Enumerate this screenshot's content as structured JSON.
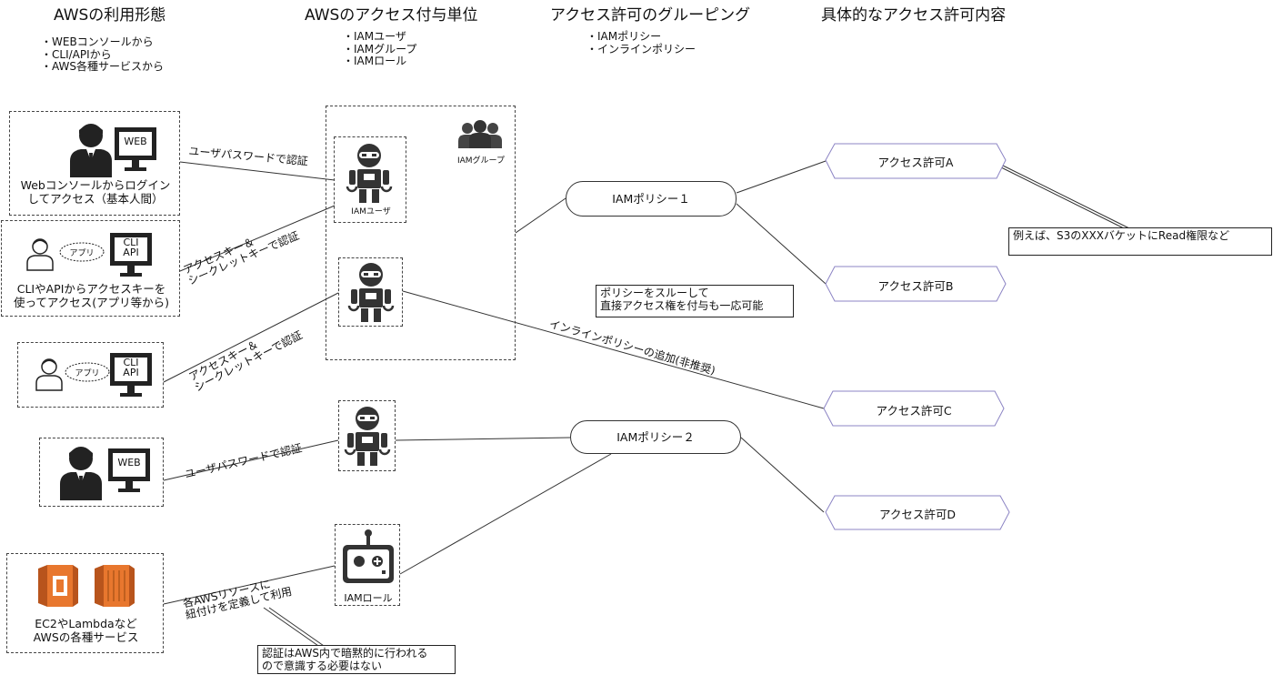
{
  "headers": {
    "usage": "AWSの利用形態",
    "unit": "AWSのアクセス付与単位",
    "grouping": "アクセス許可のグルーピング",
    "content": "具体的なアクセス許可内容"
  },
  "lists": {
    "usage": "・WEBコンソールから\n・CLI/APIから\n・AWS各種サービスから",
    "unit": "・IAMユーザ\n・IAMグループ\n・IAMロール",
    "grouping": "・IAMポリシー\n・インラインポリシー"
  },
  "actors": {
    "a1": {
      "caption": "Webコンソールからログイン\nしてアクセス（基本人間）",
      "screen": "WEB"
    },
    "a2": {
      "caption": "CLIやAPIからアクセスキーを\n使ってアクセス(アプリ等から)",
      "screen": "CLI\nAPI",
      "bubble": "アプリ"
    },
    "a3": {
      "screen": "CLI\nAPI",
      "bubble": "アプリ"
    },
    "a4": {
      "screen": "WEB"
    },
    "a5": {
      "caption": "EC2やLambdaなど\nAWSの各種サービス"
    }
  },
  "iam": {
    "group_label": "IAMグループ",
    "user_label": "IAMユーザ",
    "role_label": "IAMロール"
  },
  "edges": {
    "e1": "ユーザパスワードで認証",
    "e2": "アクセスキー＆\nシークレットキーで認証",
    "e3": "アクセスキー＆\nシークレットキーで認証",
    "e4": "ユーザパスワードで認証",
    "e5": "各AWSリソースに\n紐付けを定義して利用",
    "inline": "インラインポリシーの追加(非推奨)"
  },
  "policies": {
    "p1": "IAMポリシー１",
    "p2": "IAMポリシー２"
  },
  "perms": {
    "a": "アクセス許可A",
    "b": "アクセス許可B",
    "c": "アクセス許可C",
    "d": "アクセス許可D"
  },
  "notes": {
    "s3": "例えば、S3のXXXバケットにRead権限など",
    "direct": "ポリシーをスルーして\n直接アクセス権を付与も一応可能",
    "auth": "認証はAWS内で暗黙的に行われる\nので意識する必要はない"
  }
}
